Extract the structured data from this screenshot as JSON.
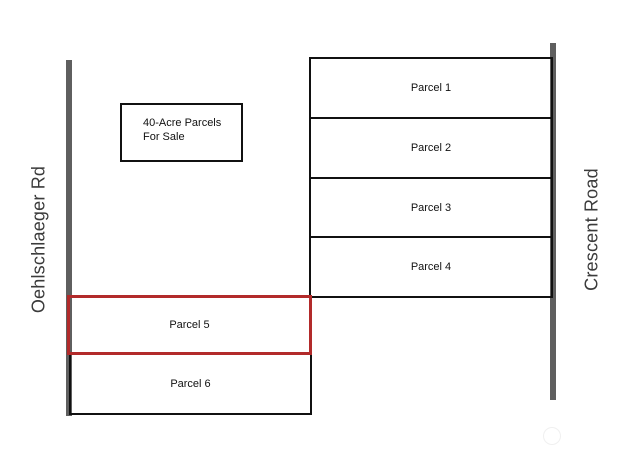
{
  "map": {
    "roads": {
      "west": {
        "name": "Oehlschlaeger Rd"
      },
      "east": {
        "name": "Crescent Road"
      }
    },
    "legend": {
      "line1": "40-Acre Parcels",
      "line2": "For Sale"
    },
    "parcels": [
      {
        "id": "parcel-1",
        "label": "Parcel 1",
        "highlighted": false
      },
      {
        "id": "parcel-2",
        "label": "Parcel 2",
        "highlighted": false
      },
      {
        "id": "parcel-3",
        "label": "Parcel 3",
        "highlighted": false
      },
      {
        "id": "parcel-4",
        "label": "Parcel 4",
        "highlighted": false
      },
      {
        "id": "parcel-5",
        "label": "Parcel 5",
        "highlighted": true
      },
      {
        "id": "parcel-6",
        "label": "Parcel 6",
        "highlighted": false
      }
    ],
    "colors": {
      "road": "#5f5f5f",
      "boundary": "#111111",
      "highlight": "#b22a2a"
    }
  }
}
